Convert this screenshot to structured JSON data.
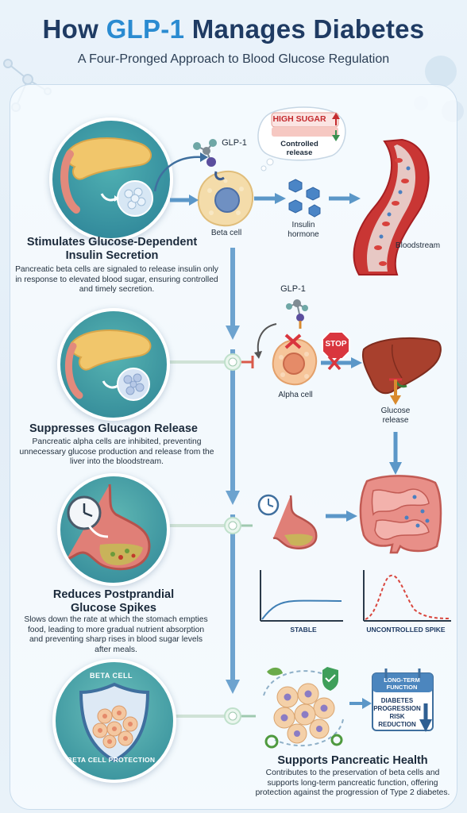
{
  "header": {
    "title_prefix": "How ",
    "title_accent": "GLP-1",
    "title_suffix": " Manages Diabetes",
    "subtitle": "A Four-Pronged Approach to Blood Glucose Regulation"
  },
  "section1": {
    "title": "Stimulates Glucose-Dependent Insulin Secretion",
    "description": "Pancreatic beta cells are signaled to release insulin only in response to elevated blood sugar, ensuring controlled and timely secretion.",
    "glp1_label": "GLP-1",
    "beta_cell_label": "Beta cell",
    "insulin_label": "Insulin hormone",
    "bloodstream_label": "Bloodstream",
    "thought_high": "HIGH SUGAR",
    "thought_controlled": "Controlled release"
  },
  "section2": {
    "title": "Suppresses Glucagon Release",
    "description": "Pancreatic alpha cells are inhibited, preventing unnecessary glucose production and release from the liver into the bloodstream.",
    "glp1_label": "GLP-1",
    "alpha_cell_label": "Alpha cell",
    "stop_label": "STOP",
    "glucose_release_label": "Glucose release"
  },
  "section3": {
    "title": "Reduces Postprandial Glucose Spikes",
    "description": "Slows down the rate at which the stomach empties food, leading to more gradual nutrient absorption and preventing sharp rises in blood sugar levels after meals.",
    "stable_label": "STABLE",
    "spike_label": "UNCONTROLLED SPIKE"
  },
  "section4": {
    "badge_top": "BETA CELL",
    "badge_bottom": "BETA CELL PROTECTION",
    "title": "Supports Pancreatic Health",
    "description": "Contributes to the preservation of beta cells and supports long-term pancreatic function, offering protection against the progression of Type 2 diabetes.",
    "calendar_title": "LONG-TERM FUNCTION",
    "calendar_body": "DIABETES PROGRESSION RISK REDUCTION"
  },
  "colors": {
    "title_dark": "#1f3b63",
    "title_accent": "#2a8bd1",
    "flow_blue": "#5b97c8",
    "stop_red": "#d9363e",
    "liver": "#a8402d"
  }
}
